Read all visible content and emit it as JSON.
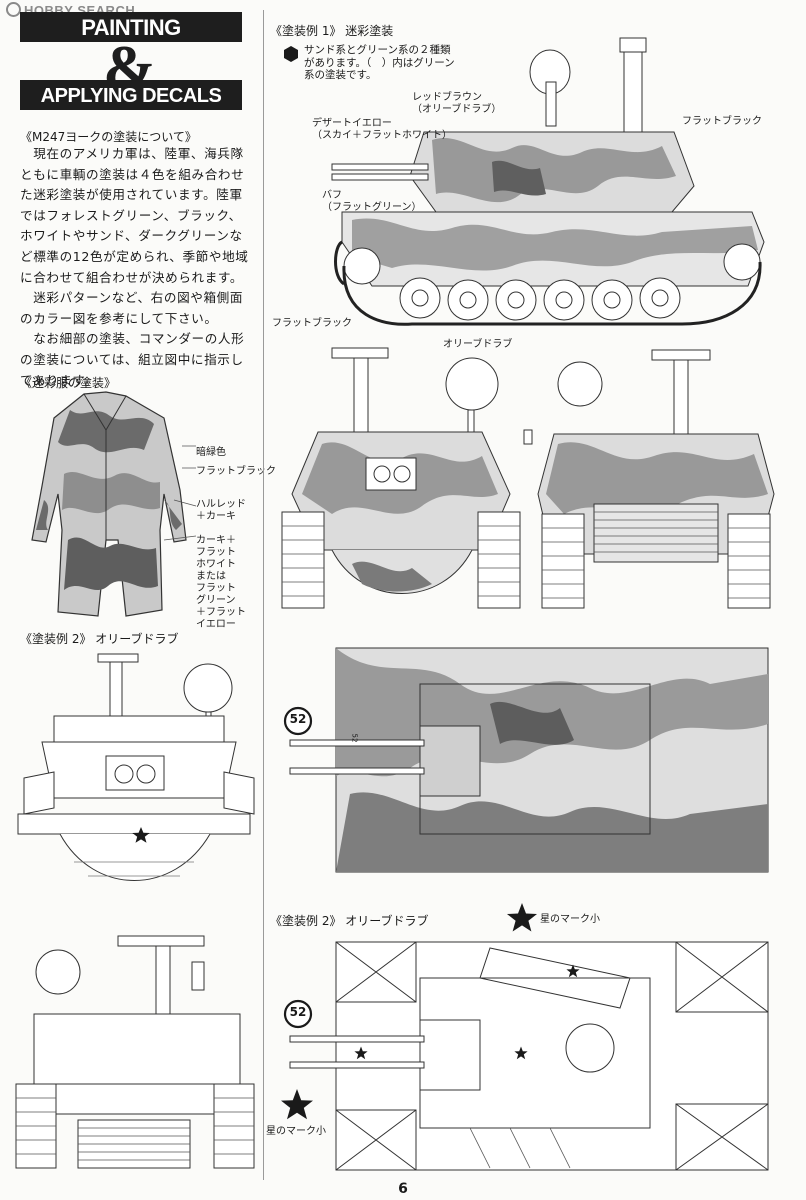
{
  "watermark": "HOBBY SEARCH",
  "header": {
    "title_line1": "PAINTING",
    "ampersand": "&",
    "title_line2": "APPLYING DECALS"
  },
  "intro": {
    "heading": "《M247ヨークの塗装について》",
    "paragraph": "　現在のアメリカ軍は、陸軍、海兵隊\nともに車輌の塗装は４色を組み合わせ\nた迷彩塗装が使用されています。陸軍\nではフォレストグリーン、ブラック、\nホワイトやサンド、ダークグリーンな\nど標準の12色が定められ、季節や地域\nに合わせて組合わせが決められます。\n　迷彩パターンなど、右の図や箱側面\nのカラー図を参考にして下さい。\n　なお細部の塗装、コマンダーの人形\nの塗装については、組立図中に指示し\nてあります。"
  },
  "uniform": {
    "heading": "《迷彩服の塗装》",
    "labels": {
      "dark_green": "暗緑色",
      "flat_black": "フラットブラック",
      "hull_red": "ハルレッド\n＋カーキ",
      "khaki_mix": "カーキ＋\nフラット\nホワイト\nまたは\nフラット\nグリーン\n＋フラット\nイエロー"
    }
  },
  "scheme1": {
    "heading": "《塗装例 1》 迷彩塗装",
    "note": "サンド系とグリーン系の２種類\nがあります。（　）内はグリーン\n系の塗装です。",
    "labels": {
      "red_brown": "レッドブラウン\n（オリーブドラブ）",
      "desert_yellow": "デザートイエロー\n（スカイ＋フラットホワイト）",
      "flat_black_turret": "フラットブラック",
      "buff": "バフ\n（フラットグリーン）",
      "flat_black_track": "フラットブラック",
      "olive_drab": "オリーブドラブ"
    }
  },
  "scheme2a": {
    "heading": "《塗装例 2》 オリーブドラブ"
  },
  "scheme2b": {
    "heading": "《塗装例 2》 オリーブドラブ",
    "star_small_top": "星のマーク小",
    "star_small_bottom": "星のマーク小"
  },
  "decals": {
    "number": "52",
    "small_number": "52"
  },
  "page_number": "6",
  "colors": {
    "camo_light": "#e4e4e4",
    "camo_mid": "#a9a9a9",
    "camo_dark": "#6b6b6b",
    "ink": "#1a1a1a",
    "header_bar": "#1e1e1e"
  },
  "icons": [
    "hex-bullet-icon",
    "star-marking-icon",
    "number-decal-icon"
  ]
}
